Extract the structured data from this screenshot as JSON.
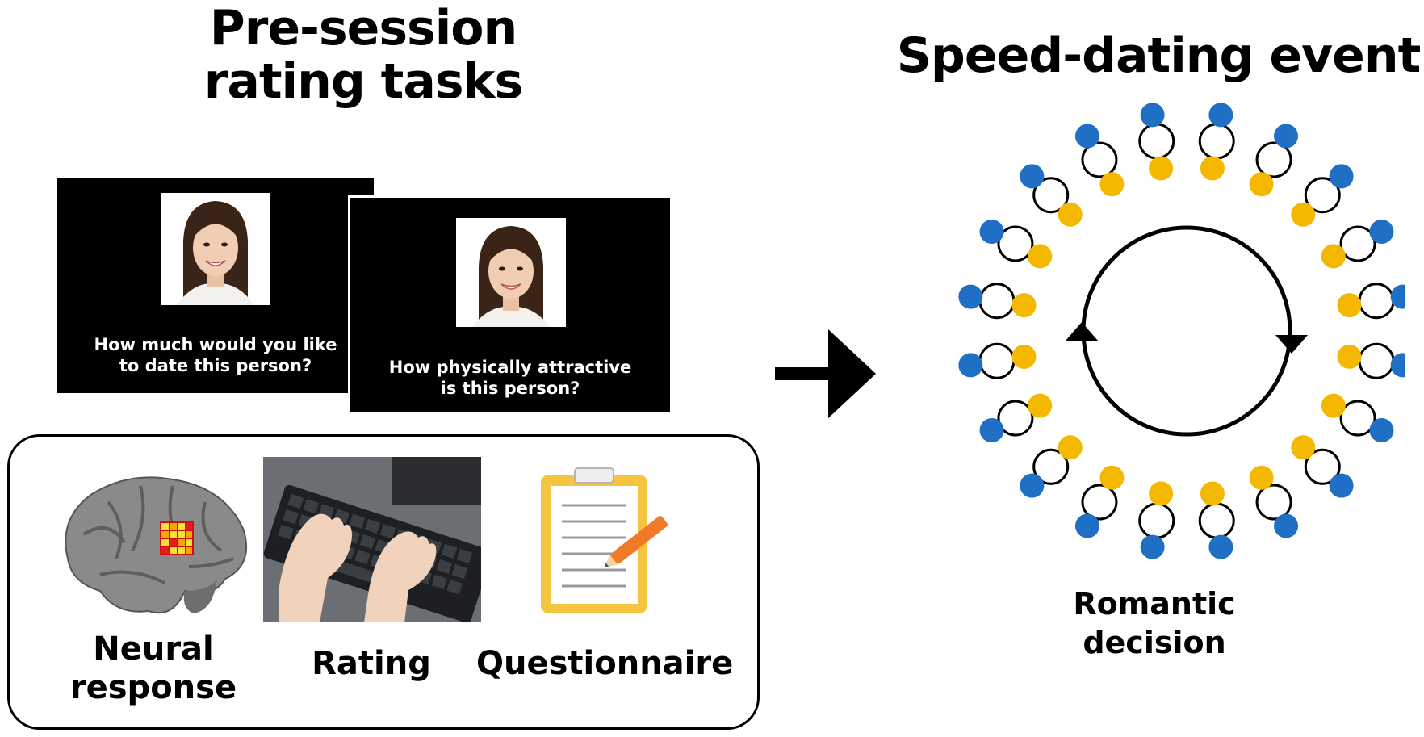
{
  "left_title": "Pre-session\nrating tasks",
  "right_title": "Speed-dating event",
  "screens": {
    "date_question": "How much would you like\nto date this person?",
    "attractive_question": "How physically attractive\nis this person?"
  },
  "measures": {
    "neural": "Neural\nresponse",
    "rating": "Rating",
    "questionnaire": "Questionnaire"
  },
  "outcome_label": "Romantic\ndecision",
  "colors": {
    "blue": "#1f6fc4",
    "yellow": "#f5b800",
    "brain": "#8a8a8a",
    "clipboard": "#f5c542"
  },
  "icons": [
    "face-photo",
    "brain-icon",
    "keyboard-photo",
    "clipboard-icon",
    "right-arrow-icon",
    "rotation-cycle-icon"
  ]
}
